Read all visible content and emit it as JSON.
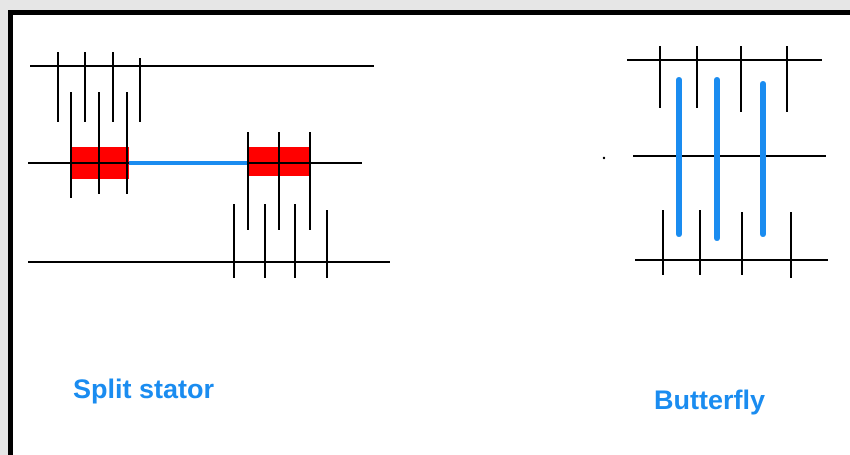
{
  "captions": {
    "split_stator": "Split stator",
    "butterfly": "Butterfly"
  },
  "colors": {
    "line": "#000000",
    "stator_block": "#ff0000",
    "rotor_link": "#1a8cf0",
    "caption": "#1a8cf0",
    "background": "#ffffff"
  },
  "icons": [
    "split-stator-diagram",
    "butterfly-diagram"
  ]
}
